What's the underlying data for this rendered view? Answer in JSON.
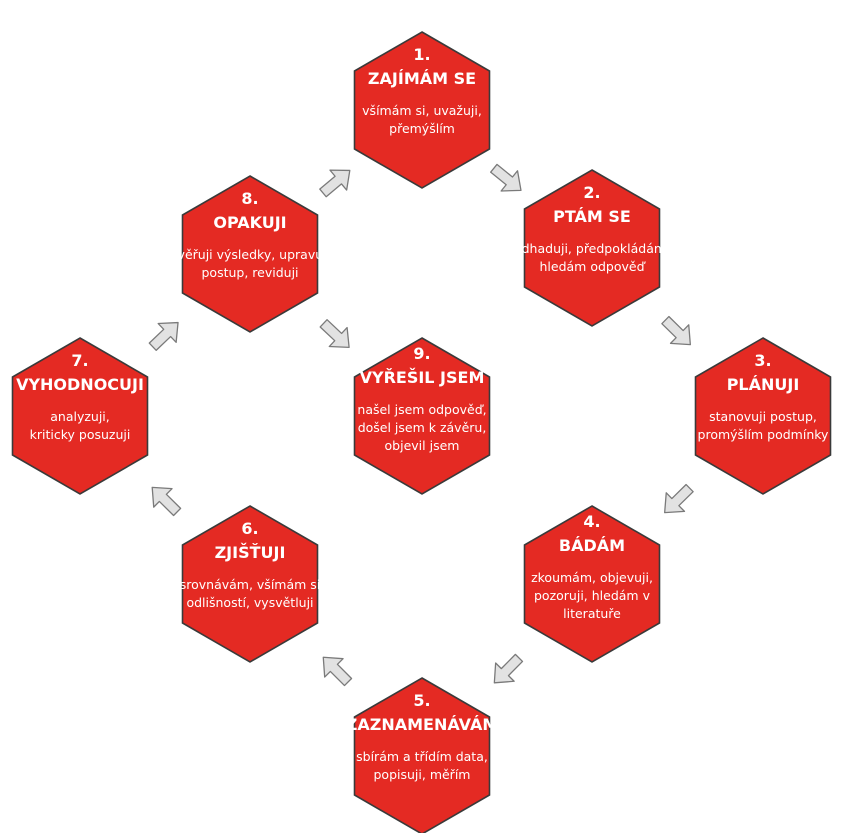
{
  "colors": {
    "hex_fill": "#e42a23",
    "hex_stroke": "#3a3a3a",
    "text": "#ffffff",
    "arrow_fill": "#e2e2e2",
    "arrow_stroke": "#7a7a7a"
  },
  "steps": [
    {
      "number": "1.",
      "title": "ZAJÍMÁM SE",
      "lines": [
        "všímám si, uvažuji,",
        "přemýšlím"
      ]
    },
    {
      "number": "2.",
      "title": "PTÁM SE",
      "lines": [
        "odhaduji, předpokládám,",
        "hledám odpověď"
      ]
    },
    {
      "number": "3.",
      "title": "PLÁNUJI",
      "lines": [
        "stanovuji postup,",
        "promýšlím podmínky"
      ]
    },
    {
      "number": "4.",
      "title": "BÁDÁM",
      "lines": [
        "zkoumám, objevuji,",
        "pozoruji, hledám v",
        "literatuře"
      ]
    },
    {
      "number": "5.",
      "title": "ZAZNAMENÁVÁM",
      "lines": [
        "sbírám a třídím data,",
        "popisuji, měřím"
      ]
    },
    {
      "number": "6.",
      "title": "ZJIŠŤUJI",
      "lines": [
        "srovnávám, všímám si",
        "odlišností, vysvětluji"
      ]
    },
    {
      "number": "7.",
      "title": "VYHODNOCUJI",
      "lines": [
        "analyzuji,",
        "kriticky posuzuji"
      ]
    },
    {
      "number": "8.",
      "title": "OPAKUJI",
      "lines": [
        "ověřuji výsledky, upravuji",
        "postup, reviduji"
      ]
    },
    {
      "number": "9.",
      "title": "VYŘEŠIL JSEM",
      "lines": [
        "našel jsem odpověď,",
        "došel jsem k závěru,",
        "objevil jsem"
      ]
    }
  ],
  "arrows": [
    {
      "from": "1.",
      "to": "2."
    },
    {
      "from": "2.",
      "to": "3."
    },
    {
      "from": "3.",
      "to": "4."
    },
    {
      "from": "4.",
      "to": "5."
    },
    {
      "from": "5.",
      "to": "6."
    },
    {
      "from": "6.",
      "to": "7."
    },
    {
      "from": "7.",
      "to": "8."
    },
    {
      "from": "8.",
      "to": "1."
    },
    {
      "from": "8.",
      "to": "9."
    }
  ]
}
